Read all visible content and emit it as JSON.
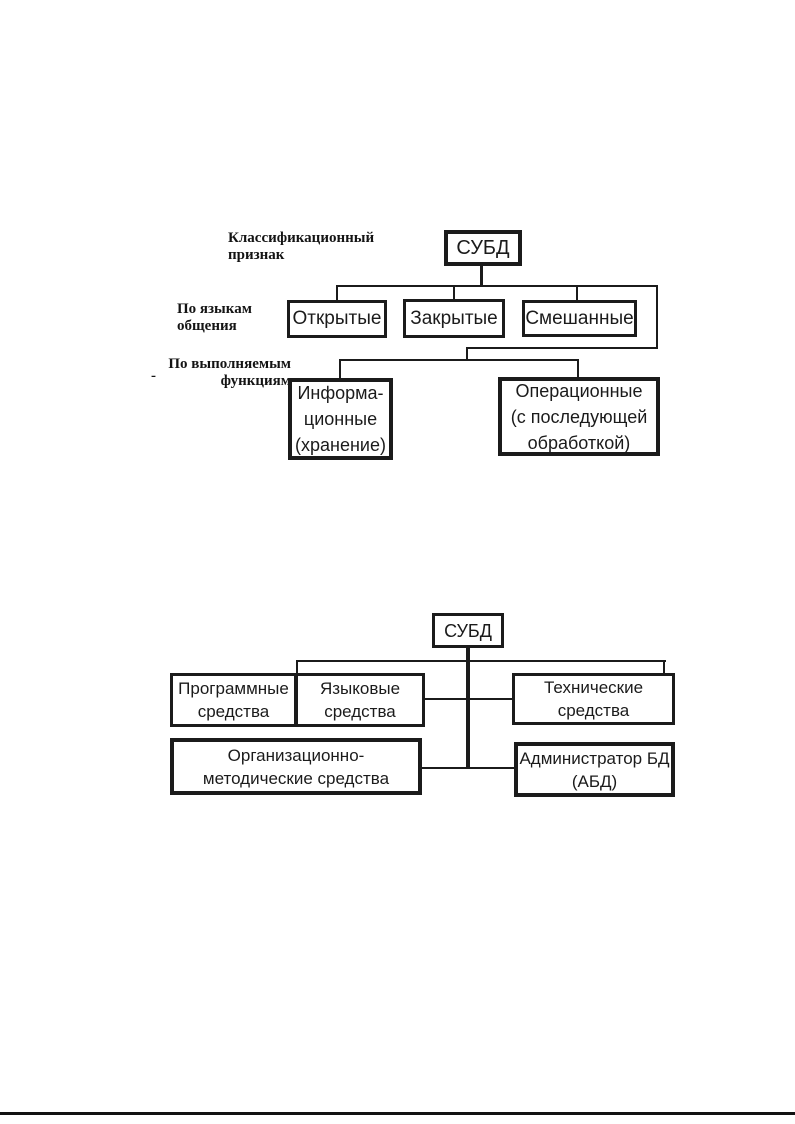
{
  "colors": {
    "ink": "#1b1b1b",
    "background": "#ffffff"
  },
  "diagram1": {
    "heading": "Классификационный\nпризнак",
    "root_label": "СУБД",
    "row1_label": "По языкам\nобщения",
    "row2_label": "По выполняемым\nфункциям",
    "row2_stray_dash": "-",
    "level1_boxes": [
      {
        "label": "Открытые"
      },
      {
        "label": "Закрытые"
      },
      {
        "label": "Смешанные"
      }
    ],
    "level2_boxes": [
      {
        "label": "Информа-\nционные\n(хранение)"
      },
      {
        "label": "Операционные\n(с последующей\nобработкой)"
      }
    ]
  },
  "diagram2": {
    "root_label": "СУБД",
    "boxes": [
      {
        "label": "Программные\nсредства"
      },
      {
        "label": "Языковые\nсредства"
      },
      {
        "label": "Технические\nсредства"
      },
      {
        "label": "Организационно-\nметодические средства"
      },
      {
        "label": "Администратор БД\n(АБД)"
      }
    ]
  }
}
